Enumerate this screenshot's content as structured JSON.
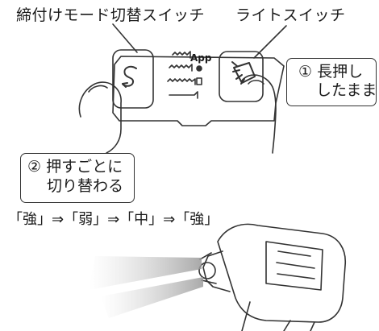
{
  "labels": {
    "torque_switch": "締付けモード切替スイッチ",
    "light_switch": "ライトスイッチ",
    "note_long_press_line1": "① 長押し",
    "note_long_press_line2": "したまま",
    "note_press_line1": "② 押すごとに",
    "note_press_line2": "切り替わる",
    "sequence": "「強」⇒「弱」⇒「中」⇒「強」",
    "app_badge": "App"
  },
  "icons": [
    "torque-mode-icon",
    "light-bulb-icon",
    "speed-indicator-icon",
    "impact-driver-illustration"
  ]
}
